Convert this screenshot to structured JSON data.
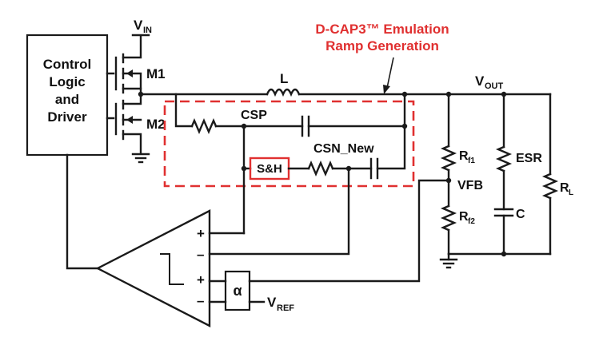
{
  "diagram": {
    "control_block": [
      "Control",
      "Logic",
      "and",
      "Driver"
    ],
    "m1_label": "M1",
    "m2_label": "M2",
    "vin_main": "V",
    "vin_sub": "IN",
    "inductor_label": "L",
    "vout_main": "V",
    "vout_sub": "OUT",
    "emulation_title_line1": "D-CAP3™ Emulation",
    "emulation_title_line2": "Ramp Generation",
    "csp_label": "CSP",
    "csn_label": "CSN_New",
    "sh_label": "S&H",
    "rf1_main": "R",
    "rf1_sub": "f1",
    "rf2_main": "R",
    "rf2_sub": "f2",
    "vfb_label": "VFB",
    "esr_label": "ESR",
    "c_label": "C",
    "rl_main": "R",
    "rl_sub": "L",
    "plus_1": "+",
    "minus_1": "–",
    "plus_2": "+",
    "minus_2": "–",
    "alpha_label": "α",
    "vref_main": "V",
    "vref_sub": "REF",
    "colors": {
      "accent": "#e03030",
      "wire": "#1a1a1a"
    }
  }
}
